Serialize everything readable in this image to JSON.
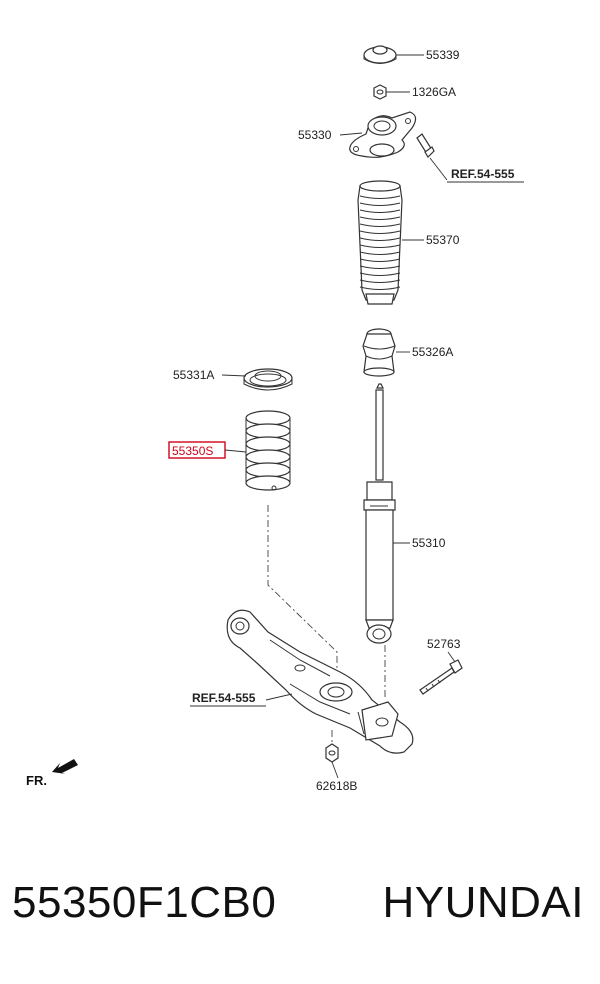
{
  "diagram": {
    "labels": {
      "p55339": "55339",
      "p1326GA": "1326GA",
      "p55330": "55330",
      "ref_top": "REF.54-555",
      "p55370": "55370",
      "p55326A": "55326A",
      "p55331A": "55331A",
      "p55350S": "55350S",
      "p55310": "55310",
      "p52763": "52763",
      "ref_bottom": "REF.54-555",
      "p62618B": "62618B",
      "fr": "FR."
    },
    "highlight_color": "#d0021b",
    "fr_arrow_icon": "direction-arrow-icon"
  },
  "caption": {
    "part_number": "55350F1CB0",
    "brand": "HYUNDAI"
  }
}
